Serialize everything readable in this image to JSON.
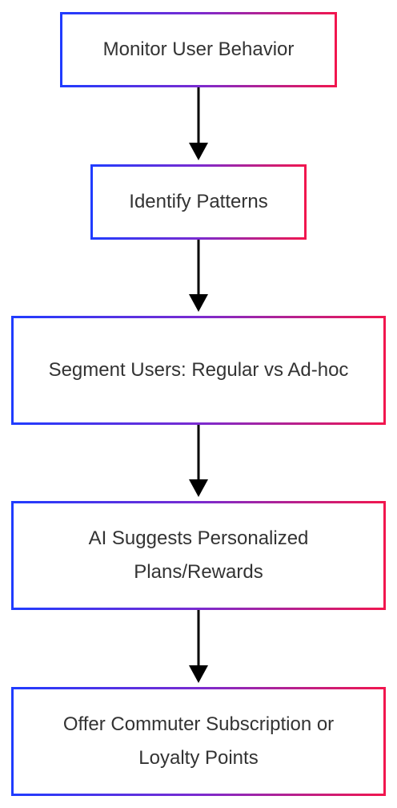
{
  "flowchart": {
    "nodes": [
      {
        "id": "n1",
        "label": "Monitor User Behavior"
      },
      {
        "id": "n2",
        "label": "Identify Patterns"
      },
      {
        "id": "n3",
        "label": "Segment Users: Regular vs Ad-hoc"
      },
      {
        "id": "n4",
        "label": "AI Suggests Personalized Plans/Rewards"
      },
      {
        "id": "n5",
        "label": "Offer Commuter Subscription or Loyalty Points"
      }
    ],
    "edges": [
      {
        "from": "n1",
        "to": "n2"
      },
      {
        "from": "n2",
        "to": "n3"
      },
      {
        "from": "n3",
        "to": "n4"
      },
      {
        "from": "n4",
        "to": "n5"
      }
    ],
    "colors": {
      "border_gradient_start": "#1f3cff",
      "border_gradient_mid": "#7a2bd0",
      "border_gradient_end": "#f2164d",
      "arrow": "#000000",
      "text": "#333333"
    }
  }
}
